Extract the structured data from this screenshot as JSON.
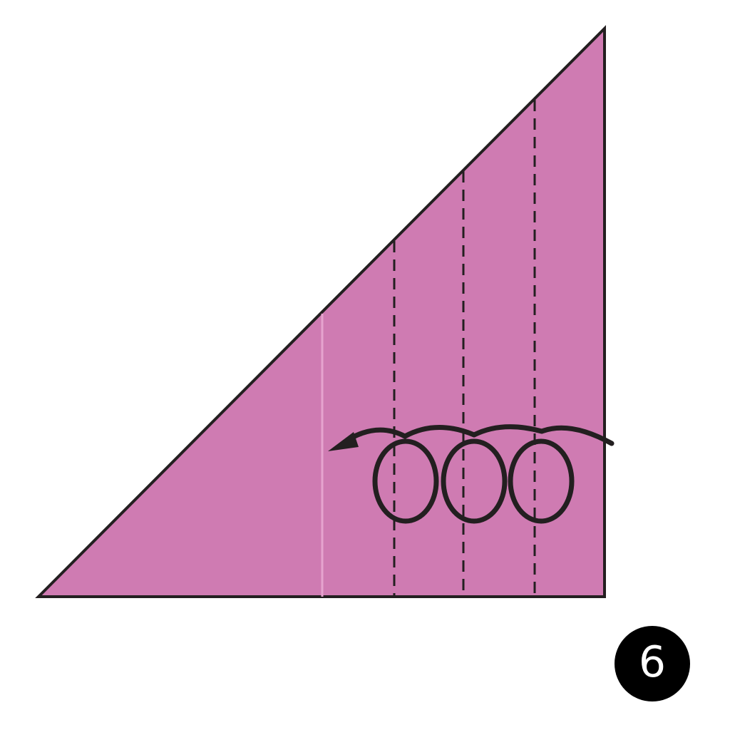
{
  "diagram": {
    "paper_color": "#cf7bb2",
    "outline_color": "#231f20",
    "existing_crease_color": "#e6a4cf",
    "fold_lines": [
      "valley-fold-1",
      "valley-fold-2",
      "valley-fold-3"
    ],
    "instruction": "pleat-fold-repeatedly",
    "arrow_direction": "left"
  },
  "step": {
    "number": "6",
    "badge_color": "#000000"
  }
}
